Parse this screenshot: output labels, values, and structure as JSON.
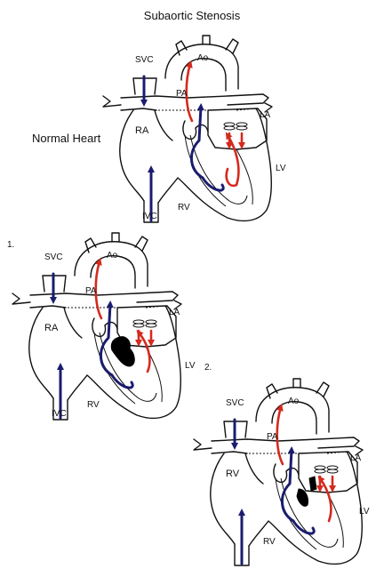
{
  "title": "Subaortic Stenosis",
  "caption_normal": "Normal Heart",
  "panel_1_number": "1.",
  "panel_2_number": "2.",
  "panel_normal": {
    "SVC": "SVC",
    "Ao": "Ao",
    "PA": "PA",
    "RA": "RA",
    "LA": "LA",
    "LV": "LV",
    "RV": "RV",
    "IVC": "IVC"
  },
  "panel_1": {
    "SVC": "SVC",
    "Ao": "Ao",
    "PA": "PA",
    "RA": "RA",
    "LA": "LA",
    "LV": "LV",
    "RV": "RV",
    "IVC": "IVC"
  },
  "panel_2": {
    "SVC": "SVC",
    "Ao": "Ao",
    "PA": "PA",
    "RV": "RV",
    "LA": "LA",
    "LV": "LV",
    "RV_lower": "RV"
  },
  "colors": {
    "deoxygenated": "#1a1c6e",
    "oxygenated": "#d42a1e",
    "outline": "#111111"
  }
}
